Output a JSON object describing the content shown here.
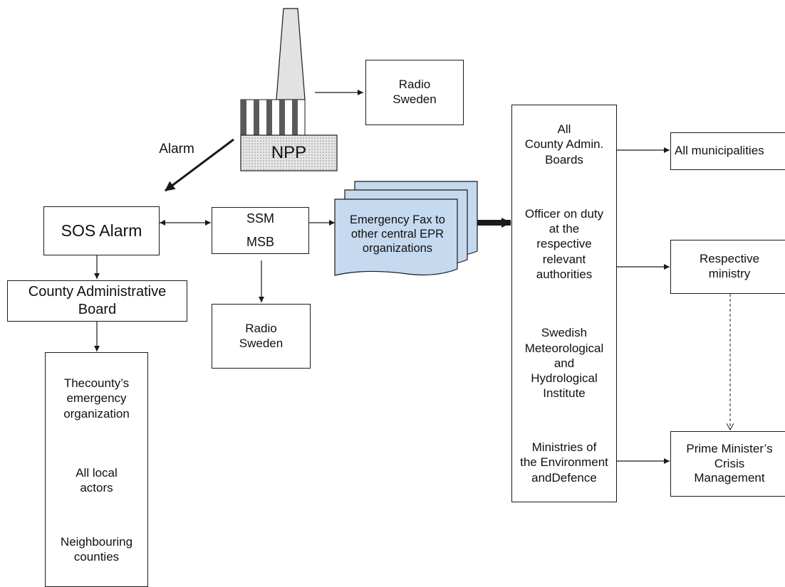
{
  "nodes": {
    "npp": "NPP",
    "alarm_label": "Alarm",
    "radio_sweden_top": "Radio\nSweden",
    "sos_alarm": "SOS Alarm",
    "county_board": "County Administrative\nBoard",
    "county_list": [
      "Thecounty’s\nemergency\norganization",
      "All local\nactors",
      "Neighbouring\ncounties"
    ],
    "ssm": "SSM",
    "msb": "MSB",
    "radio_sweden_mid": "Radio\nSweden",
    "emergency_fax": "Emergency Fax to\nother central EPR\norganizations",
    "central_list": [
      "All\nCounty Admin.\nBoards",
      "Officer on duty\nat the\nrespective\nrelevant\nauthorities",
      "Swedish\nMeteorological\nand\nHydrological\nInstitute",
      "Ministries of\nthe Environment\nandDefence"
    ],
    "all_municipalities": "All municipalities",
    "respective_ministry": "Respective\nministry",
    "pm_crisis": "Prime Minister’s\nCrisis\nManagement"
  },
  "colors": {
    "line": "#1a1a1a",
    "fax_fill": "#c5d9ef",
    "npp_fill": "#d4d4d4",
    "chimney_fill": "#e2e2e2",
    "stripe_fill": "#5a5a5a"
  }
}
